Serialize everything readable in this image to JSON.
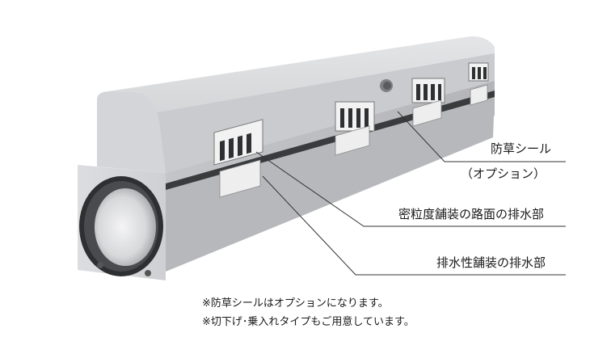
{
  "callouts": {
    "weed_seal": "防草シール",
    "optional": "（オプション）",
    "dense_drain": "密粒度舗装の路面の排水部",
    "porous_drain": "排水性舗装の排水部"
  },
  "notes": {
    "line1": "※防草シールはオプションになります。",
    "line2": "※切下げ･乗入れタイプもご用意しています。"
  },
  "colors": {
    "concrete_light": "#d9dadc",
    "concrete_mid": "#b9babd",
    "concrete_dark": "#9fa0a3",
    "seal": "#3a3b3d",
    "leader": "#333333"
  }
}
